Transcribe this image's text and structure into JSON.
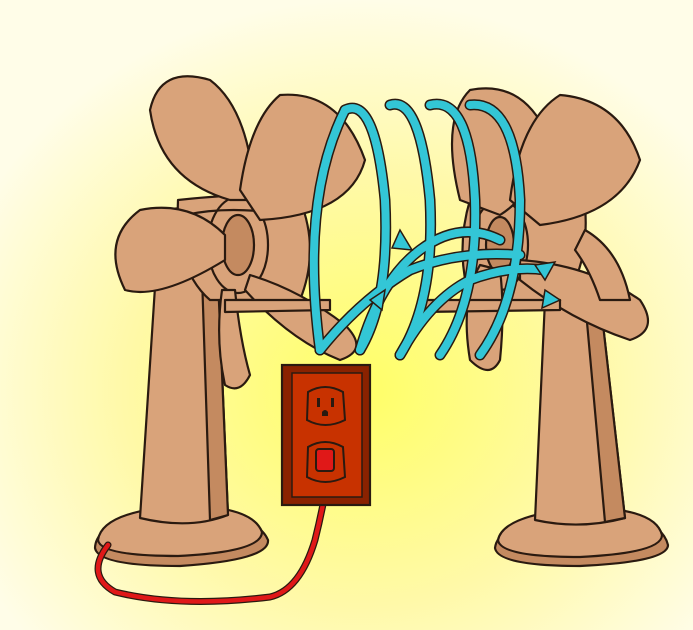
{
  "colors": {
    "background_center": "#FFFF66",
    "background_edge": "#FFFDE8",
    "fan": "#D9A37A",
    "fan_shade": "#C48A60",
    "outline": "#2A1A10",
    "airflow": "#33C6D6",
    "outlet_plate": "#C83200",
    "outlet_frame": "#8A2200",
    "cord": "#E01818"
  },
  "scene": {
    "items": [
      {
        "name": "left-fan",
        "icon": "electric-fan-icon"
      },
      {
        "name": "right-fan",
        "icon": "electric-fan-icon"
      },
      {
        "name": "airflow-spiral",
        "icon": "spiral-arrows-icon"
      },
      {
        "name": "wall-outlet",
        "icon": "power-outlet-icon"
      },
      {
        "name": "power-cord",
        "icon": "cable-icon"
      }
    ]
  }
}
